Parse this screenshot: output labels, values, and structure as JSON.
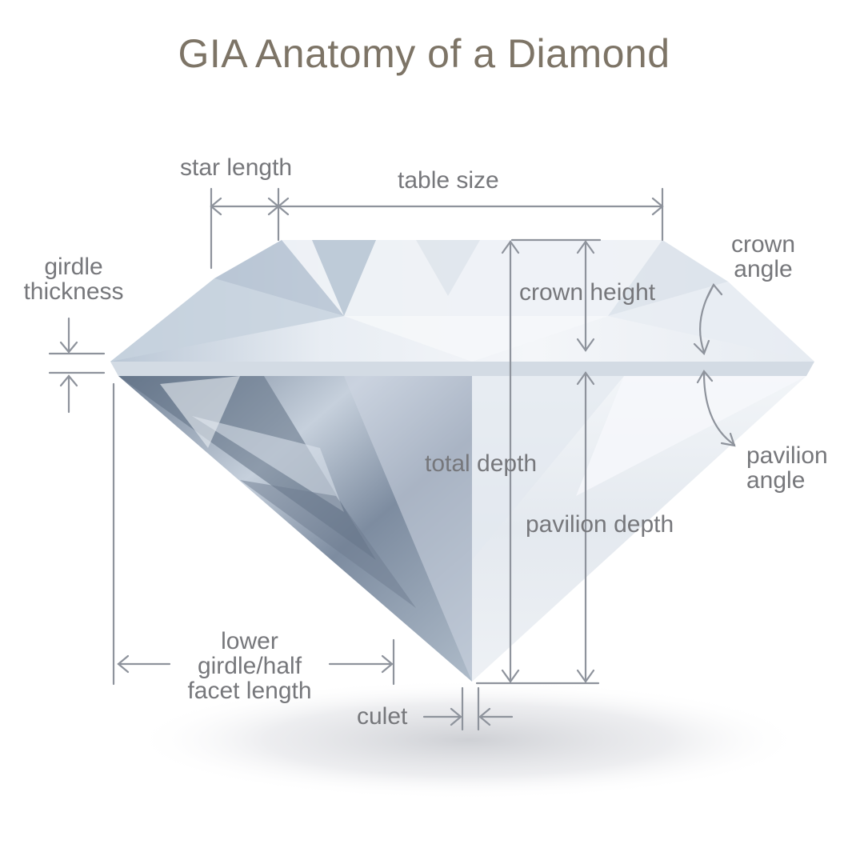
{
  "title": "GIA Anatomy of a Diamond",
  "labels": {
    "star_length": "star length",
    "table_size": "table size",
    "crown_angle": [
      "crown",
      "angle"
    ],
    "girdle_thickness": [
      "girdle",
      "thickness"
    ],
    "crown_height": "crown height",
    "total_depth": "total depth",
    "pavilion_angle": [
      "pavilion",
      "angle"
    ],
    "pavilion_depth": "pavilion depth",
    "lower_girdle_half_facet_length": [
      "lower",
      "girdle/half",
      "facet length"
    ],
    "culet": "culet"
  },
  "colors": {
    "title": "#7d7466",
    "label": "#76777b",
    "measure_line": "#8e939c",
    "diamond_face": "#dde6ef"
  }
}
